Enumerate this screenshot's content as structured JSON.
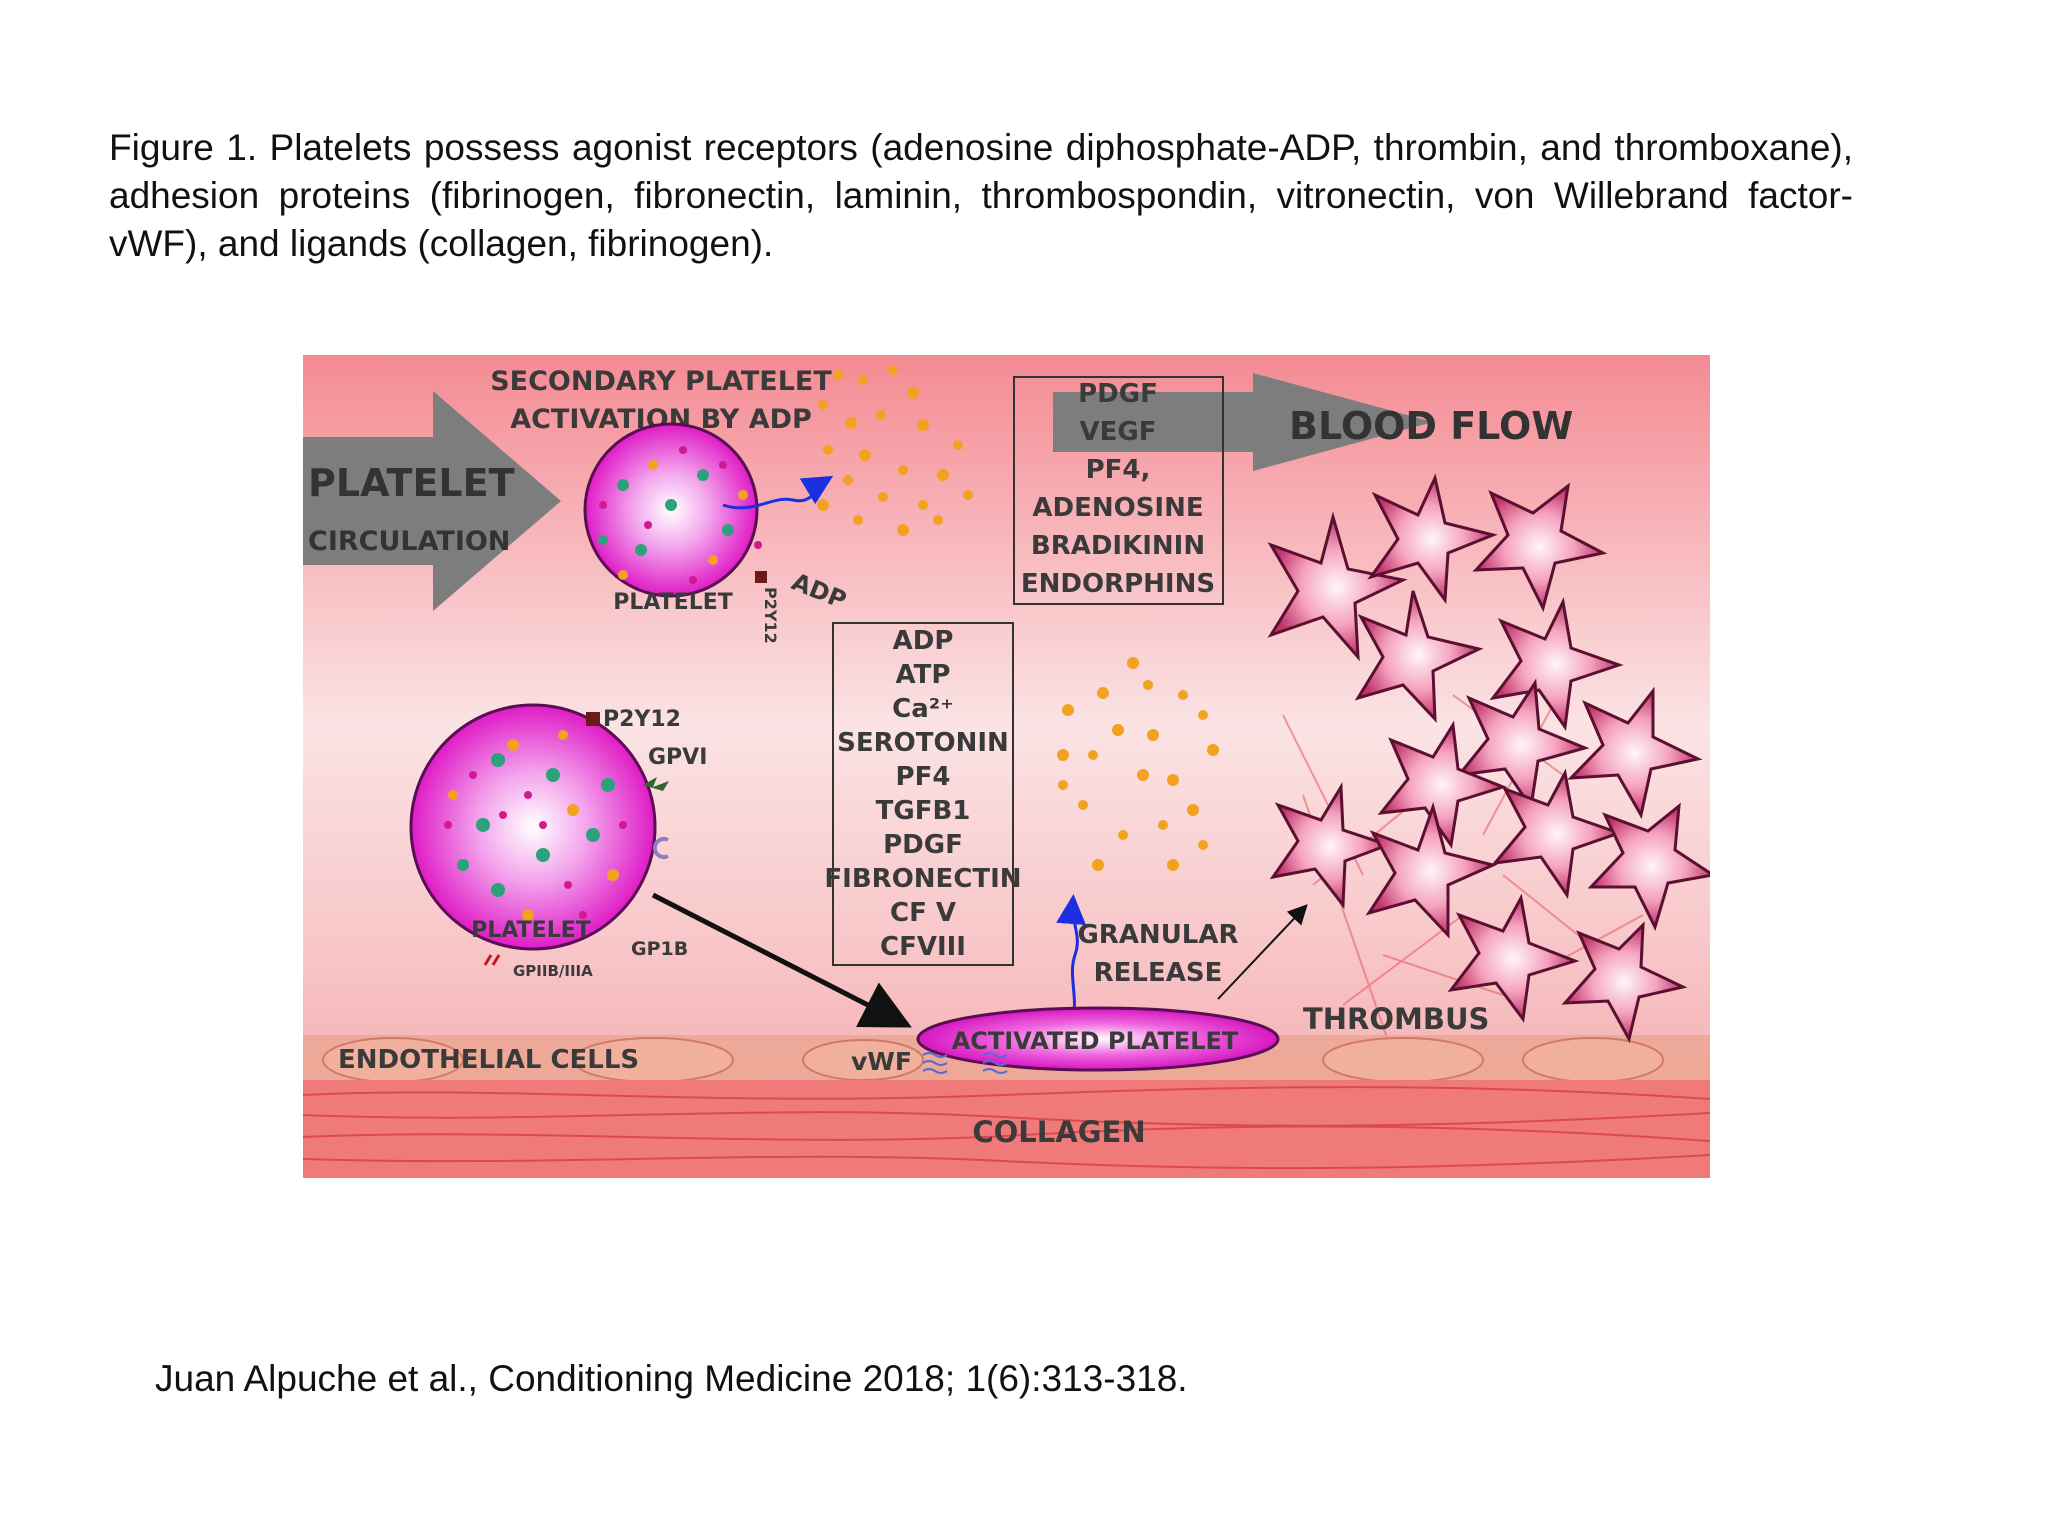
{
  "caption": "Figure 1. Platelets possess agonist receptors (adenosine diphosphate-ADP, thrombin, and thromboxane), adhesion proteins (fibrinogen, fibronectin, laminin, thrombospondin, vitronectin, von Willebrand factor-vWF), and ligands (collagen, fibrinogen).",
  "citation": "Juan Alpuche et al., Conditioning Medicine 2018; 1(6):313-318.",
  "diagram": {
    "secondary_line1": "SECONDARY PLATELET",
    "secondary_line2": "ACTIVATION BY ADP",
    "circulation_line1": "PLATELET",
    "circulation_line2": "CIRCULATION",
    "blood_flow": "BLOOD FLOW",
    "platelet_top": "PLATELET",
    "adp_label": "ADP",
    "p2y12_vertical": "P2Y12",
    "p2y12": "P2Y12",
    "gpvi": "GPVI",
    "platelet_bottom": "PLATELET",
    "gp1b": "GP1B",
    "gpiib": "GPIIB/IIIA",
    "endothelial": "ENDOTHELIAL CELLS",
    "vwf": "vWF",
    "activated": "ACTIVATED PLATELET",
    "collagen": "COLLAGEN",
    "granular_line1": "GRANULAR",
    "granular_line2": "RELEASE",
    "thrombus": "THROMBUS",
    "top_box": [
      "PDGF",
      "VEGF",
      "PF4,",
      "ADENOSINE",
      "BRADIKININ",
      "ENDORPHINS"
    ],
    "mid_box": [
      "ADP",
      "ATP",
      "Ca²⁺",
      "SEROTONIN",
      "PF4",
      "TGFB1",
      "PDGF",
      "FIBRONECTIN",
      "CF V",
      "CFVIII"
    ]
  },
  "colors": {
    "platelet_magenta": "#e21bc9",
    "granule_orange": "#f2a21f",
    "arrow_gray": "#7a7a7a",
    "background_pink": "#f6a0a6",
    "vessel_red": "#e85a5a"
  }
}
